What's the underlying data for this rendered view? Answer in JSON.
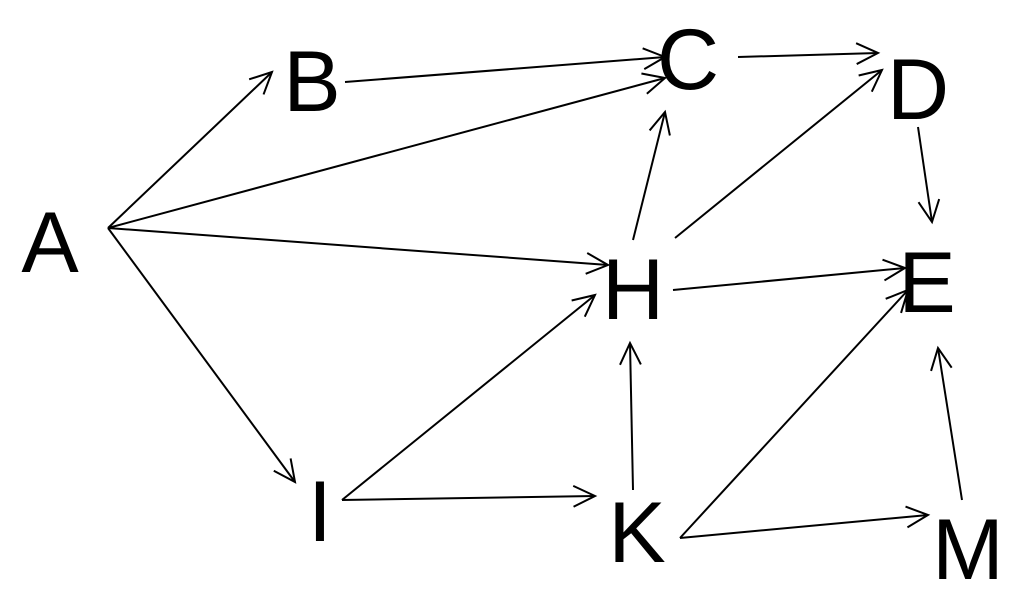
{
  "nodes": {
    "A": "A",
    "B": "B",
    "C": "C",
    "D": "D",
    "E": "E",
    "H": "H",
    "I": "I",
    "K": "K",
    "M": "M"
  },
  "edges": [
    {
      "from": "A",
      "to": "B"
    },
    {
      "from": "B",
      "to": "C"
    },
    {
      "from": "A",
      "to": "C"
    },
    {
      "from": "C",
      "to": "D"
    },
    {
      "from": "A",
      "to": "H"
    },
    {
      "from": "H",
      "to": "C"
    },
    {
      "from": "H",
      "to": "D"
    },
    {
      "from": "D",
      "to": "E"
    },
    {
      "from": "H",
      "to": "E"
    },
    {
      "from": "A",
      "to": "I"
    },
    {
      "from": "I",
      "to": "H"
    },
    {
      "from": "I",
      "to": "K"
    },
    {
      "from": "K",
      "to": "H"
    },
    {
      "from": "K",
      "to": "E"
    },
    {
      "from": "K",
      "to": "M"
    },
    {
      "from": "M",
      "to": "E"
    }
  ]
}
